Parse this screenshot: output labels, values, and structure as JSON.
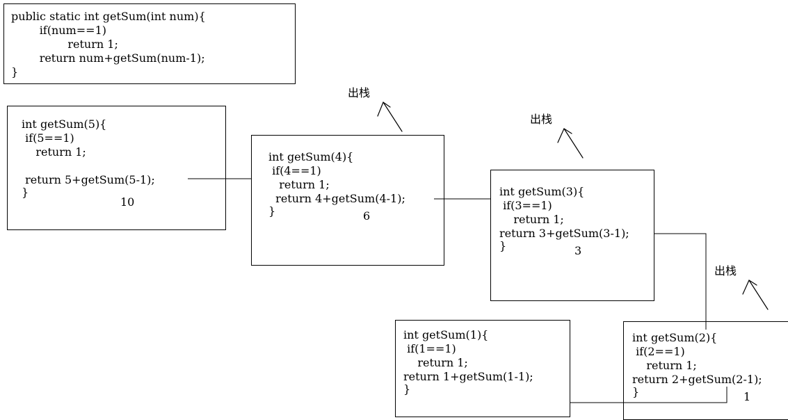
{
  "source_code": {
    "lines": [
      "public static int getSum(int num){",
      "        if(num==1)",
      "                return 1;",
      "        return num+getSum(num-1);",
      "}"
    ]
  },
  "frames": [
    {
      "lines": [
        "int getSum(5){",
        " if(5==1)",
        "    return 1;",
        "",
        " return 5+getSum(5-1);",
        "}"
      ],
      "result": "10"
    },
    {
      "lines": [
        "int getSum(4){",
        " if(4==1)",
        "   return 1;",
        "  return 4+getSum(4-1);",
        "}"
      ],
      "result": "6",
      "pop_label": "出栈"
    },
    {
      "lines": [
        "int getSum(3){",
        " if(3==1)",
        "    return 1;",
        "return 3+getSum(3-1);",
        "}"
      ],
      "result": "3",
      "pop_label": "出栈"
    },
    {
      "lines": [
        "int getSum(2){",
        " if(2==1)",
        "    return 1;",
        "return 2+getSum(2-1);",
        "}"
      ],
      "result": "1",
      "pop_label": "出栈"
    },
    {
      "lines": [
        "int getSum(1){",
        " if(1==1)",
        "    return 1;",
        "return 1+getSum(1-1);",
        "}"
      ]
    }
  ],
  "colors": {
    "stroke": "#000000",
    "background": "#ffffff"
  }
}
